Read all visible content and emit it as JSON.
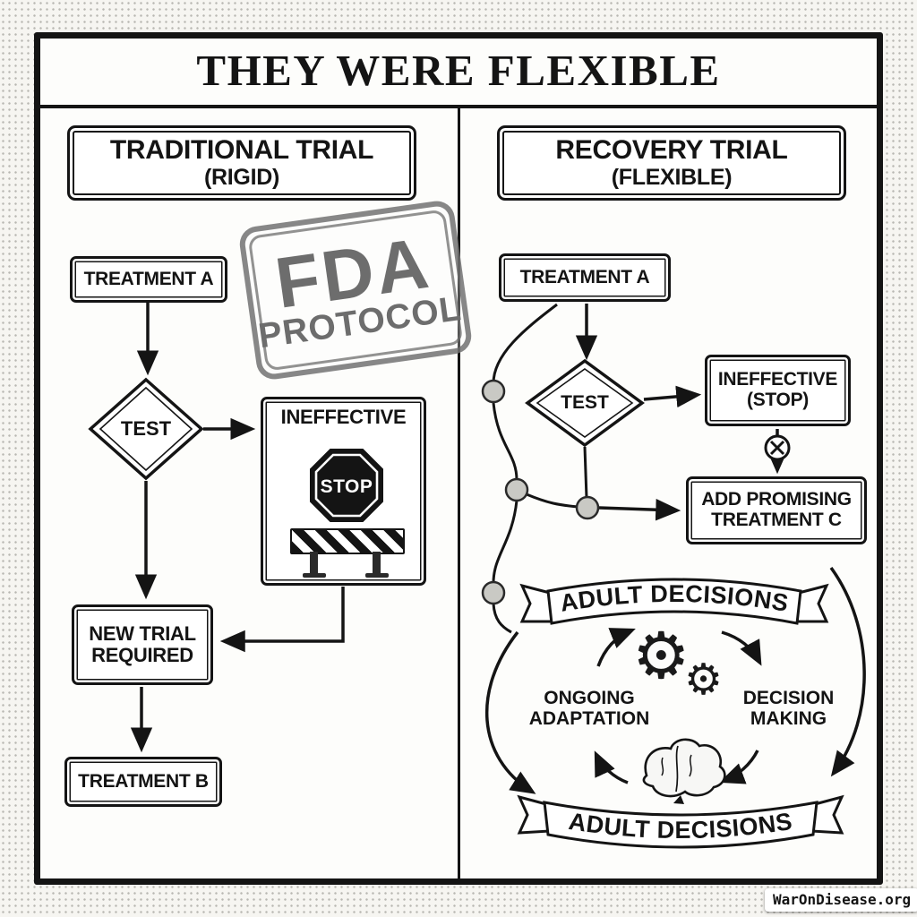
{
  "title": "THEY WERE FLEXIBLE",
  "watermark": "WarOnDisease.org",
  "stamp": {
    "line1": "FDA",
    "line2": "PROTOCOL"
  },
  "icons": {
    "gear": "⚙"
  },
  "left": {
    "header_line1": "TRADITIONAL TRIAL",
    "header_line2": "(RIGID)",
    "treatment_a": "TREATMENT A",
    "test": "TEST",
    "ineffective": "INEFFECTIVE",
    "stop": "STOP",
    "new_trial_line1": "NEW TRIAL",
    "new_trial_line2": "REQUIRED",
    "treatment_b": "TREATMENT B"
  },
  "right": {
    "header_line1": "RECOVERY TRIAL",
    "header_line2": "(FLEXIBLE)",
    "treatment_a": "TREATMENT A",
    "test": "TEST",
    "ineffective_line1": "INEFFECTIVE",
    "ineffective_line2": "(STOP)",
    "add_line1": "ADD PROMISING",
    "add_line2": "TREATMENT C",
    "banner_top": "ADULT DECISIONS",
    "banner_bottom": "ADULT DECISIONS",
    "ongoing_line1": "ONGOING",
    "ongoing_line2": "ADAPTATION",
    "decision_line1": "DECISION",
    "decision_line2": "MAKING"
  }
}
